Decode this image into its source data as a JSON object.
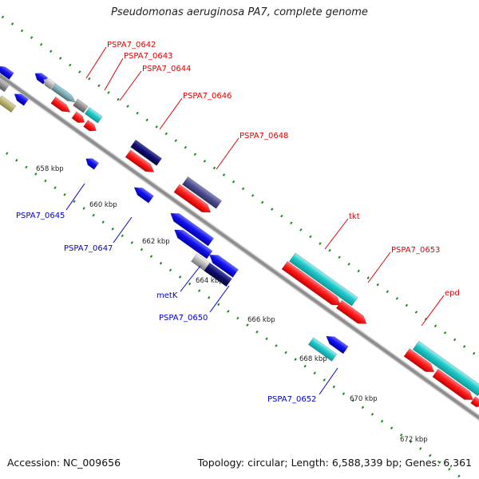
{
  "title": "Pseudomonas aeruginosa PA7, complete genome",
  "footer": {
    "accession": "Accession: NC_009656",
    "topology": "Topology: circular; Length: 6,588,339 bp; Genes: 6,361"
  },
  "colors": {
    "forward_label": "#e00000",
    "reverse_label": "#0000cc",
    "backbone": "#8f8f8f",
    "tick": "#1a8a1a",
    "red_gene": "#ff1a1a",
    "blue_gene": "#1111ee",
    "navy_gene": "#0c0c6e",
    "cyan_gene": "#1fc8c8",
    "gray_gene": "#8a8a8a",
    "khaki_gene": "#b8b070",
    "slate_gene": "#4a4a8c"
  },
  "scale": {
    "unit": "kbp",
    "labels": [
      "658 kbp",
      "660 kbp",
      "662 kbp",
      "664 kbp",
      "666 kbp",
      "668 kbp",
      "670 kbp",
      "672 kbp"
    ]
  },
  "labels": {
    "forward": [
      "PSPA7_0642",
      "PSPA7_0643",
      "PSPA7_0644",
      "PSPA7_0646",
      "PSPA7_0648",
      "tkt",
      "PSPA7_0653",
      "epd"
    ],
    "reverse": [
      "PSPA7_0645",
      "PSPA7_0647",
      "metK",
      "PSPA7_0650",
      "PSPA7_0652"
    ]
  }
}
